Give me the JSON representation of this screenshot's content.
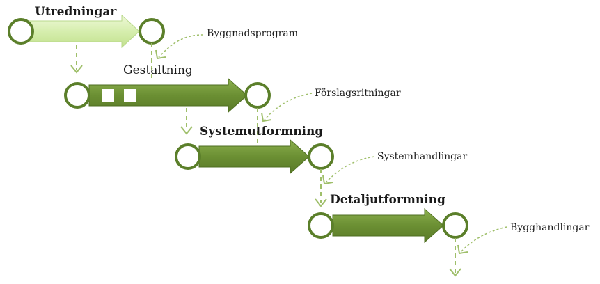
{
  "stages": [
    {
      "label": "Utredningar"
    },
    {
      "label": "Gestaltning"
    },
    {
      "label": "Systemutformning"
    },
    {
      "label": "Detaljutformning"
    }
  ],
  "documents": [
    {
      "label": "Byggnadsprogram"
    },
    {
      "label": "Förslagsritningar"
    },
    {
      "label": "Systemhandlingar"
    },
    {
      "label": "Bygghandlingar"
    }
  ],
  "colors": {
    "stage_arrow_light": "#d6eeae",
    "stage_arrow_dark": "#6b8f33",
    "circle_stroke": "#5b7f2a",
    "connector": "#9fbf6a"
  }
}
